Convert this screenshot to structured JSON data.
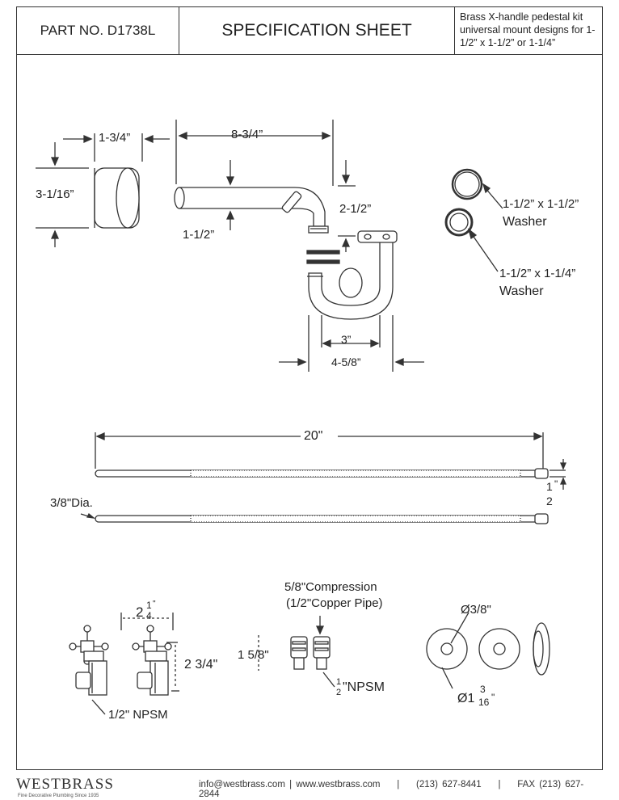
{
  "header": {
    "part_no": "PART NO.  D1738L",
    "title": "SPECIFICATION SHEET",
    "description": "Brass X-handle pedestal kit universal mount designs for 1-1/2” x 1-1/2” or 1-1/4”"
  },
  "dimensions": {
    "flange_width": "1-3/4”",
    "flange_height": "3-1/16”",
    "arm_length": "8-3/4”",
    "arm_diameter": "1-1/2”",
    "tail_drop": "2-1/2”",
    "trap_inner": "3”",
    "trap_outer": "4-5/8”",
    "washer_1": "1-1/2” x 1-1/2”",
    "washer_1_label": "Washer",
    "washer_2": "1-1/2” x 1-1/4”",
    "washer_2_label": "Washer",
    "supply_length": "20\"",
    "supply_dia": "3/8\"Dia.",
    "supply_half_num": "1",
    "supply_half_den": "2",
    "supply_half_mark": "\"",
    "valve_spacing_whole": "2",
    "valve_spacing_num": "1",
    "valve_spacing_den": "4",
    "valve_spacing_mark": "\"",
    "valve_height": "2 3/4\"",
    "valve_npsm": "1/2\" NPSM",
    "compression_1": "5/8\"Compression",
    "compression_2": "(1/2\"Copper Pipe)",
    "nut_height": "1 5/8\"",
    "nut_npsm_num": "1",
    "nut_npsm_den": "2",
    "nut_npsm_text": "\"NPSM",
    "escutcheon_inner": "Ø3/8\"",
    "escutcheon_outer_whole": "Ø1",
    "escutcheon_outer_num": "3",
    "escutcheon_outer_den": "16",
    "escutcheon_outer_mark": "\""
  },
  "footer": {
    "brand": "WESTBRASS",
    "tagline": "Fine Decorative Plumbing Since 1935",
    "email": "info@westbrass.com",
    "web": "www.westbrass.com",
    "phone": "(213) 627-8441",
    "fax": "FAX (213) 627-2844",
    "sep": "|"
  }
}
